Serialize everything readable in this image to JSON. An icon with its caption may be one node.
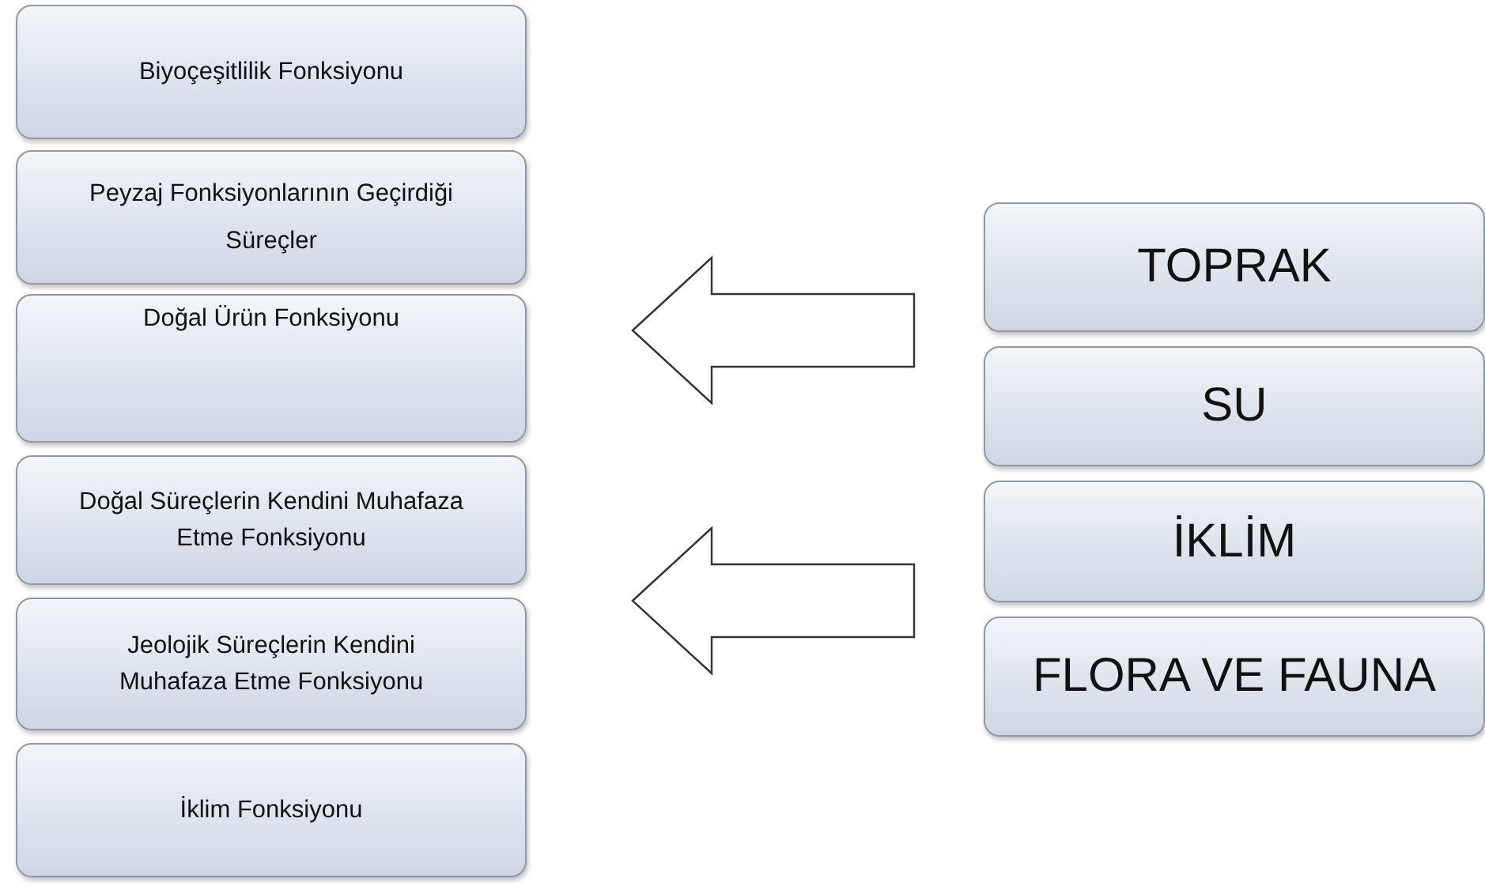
{
  "diagram": {
    "nodes": [
      {
        "text": [
          "Biyoçeşitlilik Fonksiyonu"
        ]
      },
      {
        "text": [
          "Peyzaj Fonksiyonlarının Geçirdiği Süreçler"
        ]
      },
      {
        "text": [
          "Doğal Ürün Fonksiyonu"
        ]
      },
      {
        "text": [
          "Doğal Süreçlerin Kendini Muhafaza Etme Fonksiyonu"
        ]
      },
      {
        "text": [
          "Jeolojik Süreçlerin Kendini Muhafaza Etme Fonksiyonu"
        ]
      },
      {
        "text": [
          "İklim Fonksiyonu"
        ]
      },
      {
        "text": [
          "TOPRAK"
        ]
      },
      {
        "text": [
          "SU"
        ]
      },
      {
        "text": [
          "İKLİM"
        ]
      },
      {
        "text": [
          "FLORA VE FAUNA"
        ]
      }
    ],
    "edges": [
      {
        "from": 6,
        "to": 2,
        "arrow": "to"
      },
      {
        "from": 8,
        "to": 3,
        "arrow": "to"
      }
    ]
  }
}
